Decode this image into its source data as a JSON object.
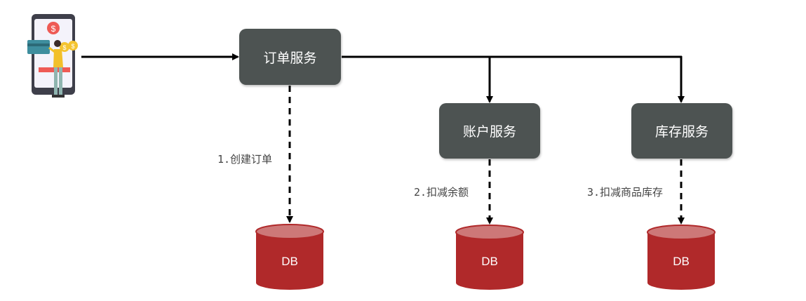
{
  "services": {
    "order": "订单服务",
    "account": "账户服务",
    "storage": "库存服务"
  },
  "steps": {
    "create_order": "1.创建订单",
    "deduct_balance": "2.扣减余额",
    "deduct_stock": "3.扣减商品库存"
  },
  "databases": [
    "DB",
    "DB",
    "DB"
  ],
  "colors": {
    "service_box": "#4d5352",
    "db_body": "#b0292a",
    "db_top": "#cd7878",
    "arrow": "#000000"
  }
}
